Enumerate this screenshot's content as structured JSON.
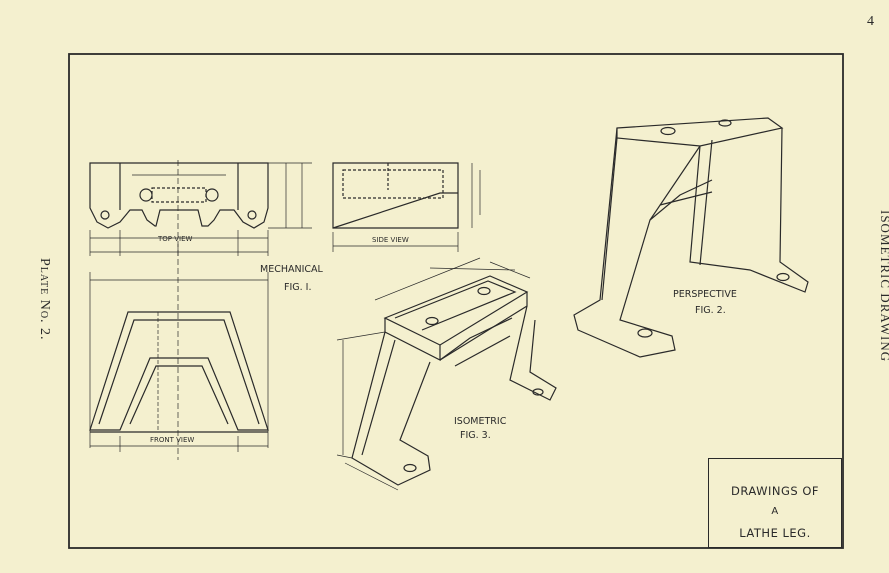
{
  "page_number": "4",
  "running_title": "ISOMETRIC DRAWING",
  "plate_label": "Plate No. 2.",
  "mechanical": {
    "label": "MECHANICAL",
    "fig": "FIG. I.",
    "top_view": "TOP VIEW",
    "side_view": "SIDE VIEW",
    "front_view": "FRONT VIEW"
  },
  "perspective": {
    "label": "PERSPECTIVE",
    "fig": "FIG. 2."
  },
  "isometric": {
    "label": "ISOMETRIC",
    "fig": "FIG. 3."
  },
  "title_box": {
    "line1": "DRAWINGS OF",
    "line2": "A",
    "line3": "LATHE LEG."
  }
}
